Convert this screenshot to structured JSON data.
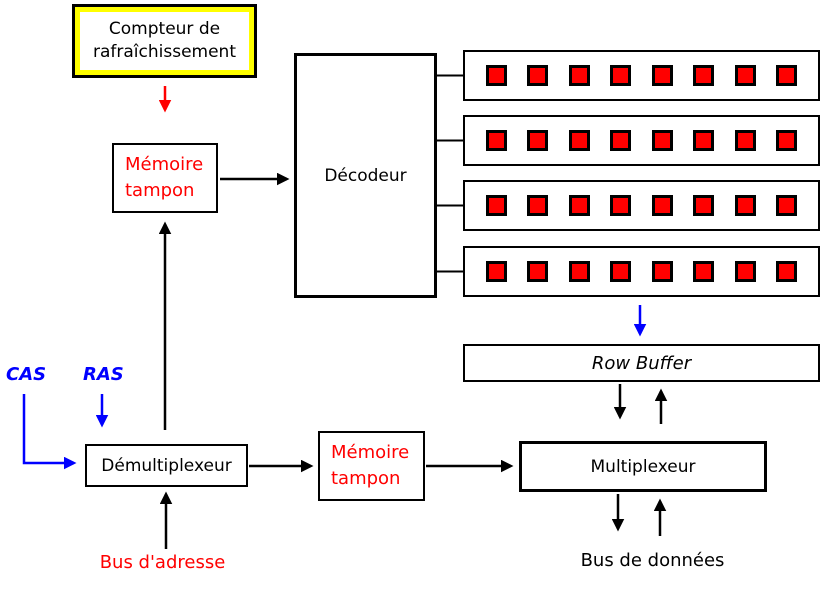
{
  "boxes": {
    "refresh_counter": {
      "label": "Compteur de rafraîchissement"
    },
    "row_address_buffer": {
      "label": "Mémoire tampon"
    },
    "decoder": {
      "label": "Décodeur"
    },
    "row_buffer": {
      "label": "Row Buffer"
    },
    "multiplexer": {
      "label": "Multiplexeur"
    },
    "demultiplexer": {
      "label": "Démultiplexeur"
    },
    "column_address_buffer": {
      "label": "Mémoire tampon"
    }
  },
  "signals": {
    "cas": "CAS",
    "ras": "RAS"
  },
  "buses": {
    "address": "Bus d'adresse",
    "data": "Bus de données"
  },
  "memory": {
    "rows": 4,
    "cells_per_row": 8
  },
  "colors": {
    "cell_fill": "#ff0000",
    "red_accent": "#ff0000",
    "blue_accent": "#0000ff",
    "yellow_highlight": "#ffff00",
    "line_black": "#000000"
  }
}
